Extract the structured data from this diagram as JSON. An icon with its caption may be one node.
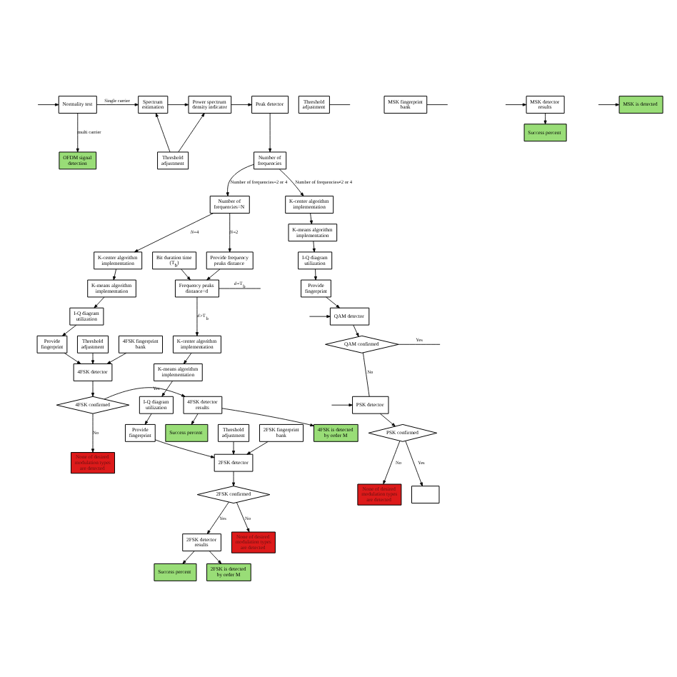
{
  "diagram": {
    "nodes": [
      {
        "text": [
          "Peak detector"
        ]
      },
      {
        "text": [
          "Power spectrum density indicator"
        ]
      },
      {
        "text": [
          "Spectrum estimation"
        ]
      },
      {
        "text": [
          "Normality test"
        ]
      },
      {
        "text": [
          "Threshold adjustment"
        ]
      },
      {
        "text": [
          "OFDM signal detection"
        ]
      },
      {
        "text": [
          "Number of frequencies"
        ]
      },
      {
        "text": [
          "K-center algorithm implementation"
        ]
      },
      {
        "text": [
          "K-means algorithm implementation"
        ]
      },
      {
        "text": [
          "I-Q diagram utilization"
        ]
      },
      {
        "text": [
          "Provide fingerprint"
        ]
      },
      {
        "text": [
          "QAM detector"
        ]
      },
      {
        "text": [
          "QAM confirmed"
        ]
      },
      {
        "text": [
          "PSK detector"
        ]
      },
      {
        "text": [
          "PSK confirmed"
        ]
      },
      {
        "text": [
          "None of desired modulation types are detected"
        ]
      },
      {
        "text": [],
        "shape": "box"
      },
      {
        "text": [
          "Number of frequencies=N"
        ]
      },
      {
        "text": [
          "Provide frequency peaks distance"
        ]
      },
      {
        "text": [
          "Bit duration time (T$_{b}$)"
        ]
      },
      {
        "text": [
          "Frequency peaks distance=d"
        ]
      },
      {
        "text": [
          "Threshold adjustment"
        ]
      },
      {
        "text": [
          "4FSK fingerprint bank"
        ]
      },
      {
        "text": [
          "K-center algorithm implementation"
        ]
      },
      {
        "text": [
          "K-means algorithm implementation"
        ]
      },
      {
        "text": [
          "I-Q diagram utilization"
        ]
      },
      {
        "text": [
          "Provide fingerprint"
        ]
      },
      {
        "text": [
          "4FSK detector"
        ]
      },
      {
        "text": [
          "4FSK confirmed"
        ]
      },
      {
        "text": [
          "4FSK detector results"
        ]
      },
      {
        "text": [
          "Success percent"
        ]
      },
      {
        "text": [
          "4FSK is detected by order M"
        ]
      },
      {
        "text": [
          "None of desired modulation types are detected"
        ]
      },
      {
        "text": [
          "K-center algorithm implementation"
        ]
      },
      {
        "text": [
          "K-means algorithm implementation"
        ]
      },
      {
        "text": [
          "I-Q diagram utilization"
        ]
      },
      {
        "text": [
          "Provide fingerprint"
        ]
      },
      {
        "text": [
          "2FSK detector"
        ]
      },
      {
        "text": [
          "2FSK confirmed"
        ]
      },
      {
        "text": [
          "2FSK detector results"
        ]
      },
      {
        "text": [
          "Success percent"
        ]
      },
      {
        "text": [
          "2FSK is detected by order M"
        ]
      },
      {
        "text": [
          "None of desired modulation types are detected"
        ]
      },
      {
        "text": [
          "Threshold adjustment"
        ]
      },
      {
        "text": [
          "2FSK fingerprint bank"
        ]
      },
      {
        "text": [
          "Threshold adjustment"
        ]
      },
      {
        "text": [
          "MSK fingerprint bank"
        ]
      },
      {
        "text": [
          "MSK detector results"
        ]
      },
      {
        "text": [
          "Success percent"
        ]
      },
      {
        "text": [
          "MSK is detected"
        ]
      }
    ],
    "edges": [
      {
        "from": null,
        "to": 3,
        "arrow": "to"
      },
      {
        "from": 3,
        "to": 2,
        "arrow": "to",
        "label": "Single carrier"
      },
      {
        "from": 3,
        "to": 5,
        "arrow": "to",
        "label": "multi carrier"
      },
      {
        "from": 2,
        "to": 1,
        "arrow": "to"
      },
      {
        "from": 1,
        "to": 0,
        "arrow": "to"
      },
      {
        "from": 4,
        "to": 1,
        "arrow": "to"
      },
      {
        "from": 4,
        "to": 2,
        "arrow": "to"
      },
      {
        "from": 0,
        "to": 6,
        "arrow": "to"
      },
      {
        "from": 6,
        "to": 7,
        "arrow": "to",
        "label": "Number of frequencies≠2 or 4"
      },
      {
        "from": 6,
        "to": 17,
        "arrow": "to",
        "label": "Number of frequencies=2 or 4"
      },
      {
        "from": 7,
        "to": 8,
        "arrow": "to"
      },
      {
        "from": 8,
        "to": 9,
        "arrow": "to"
      },
      {
        "from": 9,
        "to": 10,
        "arrow": "to"
      },
      {
        "from": 10,
        "to": 11,
        "arrow": "to"
      },
      {
        "from": null,
        "to": 11,
        "arrow": "to"
      },
      {
        "from": 11,
        "to": 12,
        "arrow": "to"
      },
      {
        "from": 12,
        "to": null,
        "arrow": "none",
        "label": "Yes"
      },
      {
        "from": 12,
        "to": 13,
        "arrow": "none",
        "label": "No"
      },
      {
        "from": null,
        "to": 13,
        "arrow": "to"
      },
      {
        "from": 13,
        "to": 14,
        "arrow": "to"
      },
      {
        "from": 14,
        "to": 15,
        "arrow": "to",
        "label": "No"
      },
      {
        "from": 14,
        "to": 16,
        "arrow": "to",
        "label": "Yes"
      },
      {
        "from": 17,
        "to": 18,
        "arrow": "to",
        "label": "*N*=2"
      },
      {
        "from": 17,
        "to": 23,
        "arrow": "to",
        "label": "*N*=4"
      },
      {
        "from": 18,
        "to": 20,
        "arrow": "to"
      },
      {
        "from": 19,
        "to": 20,
        "arrow": "to"
      },
      {
        "from": 20,
        "to": 33,
        "arrow": "to",
        "label": "*d*>T$_{b}$"
      },
      {
        "from": 20,
        "to": null,
        "arrow": "none",
        "label": "*d*=T$_{b}$"
      },
      {
        "from": 21,
        "to": 27,
        "arrow": "to"
      },
      {
        "from": 22,
        "to": 27,
        "arrow": "to"
      },
      {
        "from": 23,
        "to": 24,
        "arrow": "to"
      },
      {
        "from": 24,
        "to": 25,
        "arrow": "to"
      },
      {
        "from": 25,
        "to": 26,
        "arrow": "to"
      },
      {
        "from": 26,
        "to": 27,
        "arrow": "to"
      },
      {
        "from": 27,
        "to": 28,
        "arrow": "to"
      },
      {
        "from": 28,
        "to": 29,
        "arrow": "to",
        "label": "Yes"
      },
      {
        "from": 28,
        "to": 32,
        "arrow": "to",
        "label": "No"
      },
      {
        "from": 29,
        "to": 30,
        "arrow": "to"
      },
      {
        "from": 29,
        "to": 31,
        "arrow": "to"
      },
      {
        "from": 33,
        "to": 34,
        "arrow": "to"
      },
      {
        "from": 34,
        "to": 35,
        "arrow": "to"
      },
      {
        "from": 35,
        "to": 36,
        "arrow": "to"
      },
      {
        "from": 36,
        "to": 37,
        "arrow": "to"
      },
      {
        "from": 43,
        "to": 37,
        "arrow": "to"
      },
      {
        "from": 44,
        "to": 37,
        "arrow": "to"
      },
      {
        "from": 37,
        "to": 38,
        "arrow": "to"
      },
      {
        "from": 38,
        "to": 39,
        "arrow": "to",
        "label": "Yes"
      },
      {
        "from": 38,
        "to": 42,
        "arrow": "to",
        "label": "No"
      },
      {
        "from": 39,
        "to": 40,
        "arrow": "to"
      },
      {
        "from": 39,
        "to": 41,
        "arrow": "to"
      },
      {
        "from": 45,
        "to": null,
        "arrow": "none"
      },
      {
        "from": 46,
        "to": null,
        "arrow": "none"
      },
      {
        "from": null,
        "to": 47,
        "arrow": "to"
      },
      {
        "from": 47,
        "to": 48,
        "arrow": "to"
      },
      {
        "from": null,
        "to": 49,
        "arrow": "to"
      }
    ]
  }
}
